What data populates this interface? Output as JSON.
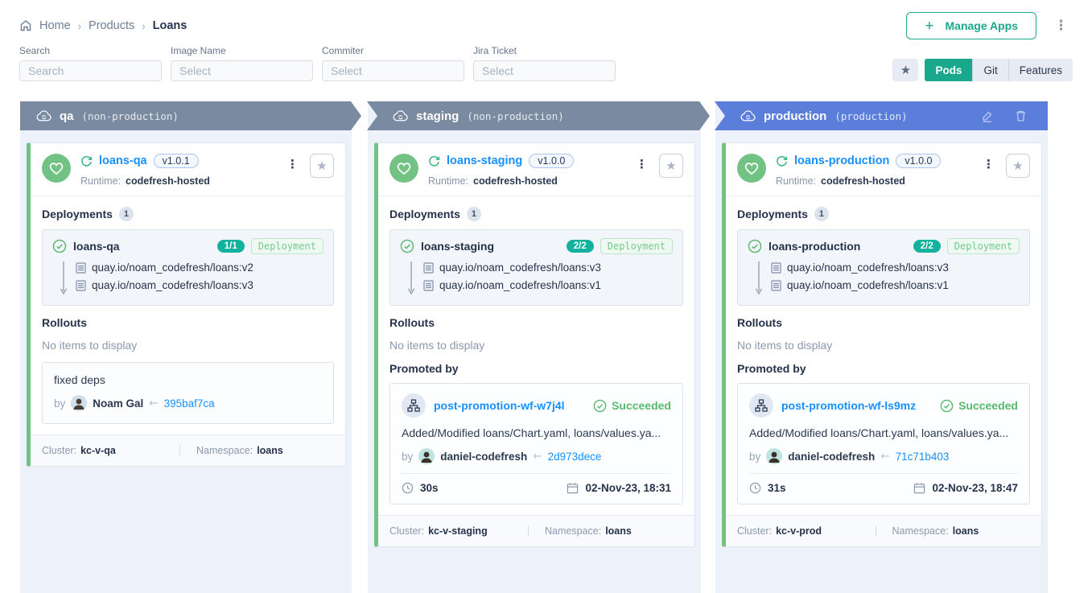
{
  "breadcrumb": {
    "home": "Home",
    "products": "Products",
    "current": "Loans"
  },
  "toolbar": {
    "manage_apps": "Manage Apps",
    "plus": "+",
    "kebab": "⋮"
  },
  "filters": {
    "search": {
      "label": "Search",
      "placeholder": "Search"
    },
    "image_name": {
      "label": "Image Name",
      "placeholder": "Select"
    },
    "commiter": {
      "label": "Commiter",
      "placeholder": "Select"
    },
    "jira_ticket": {
      "label": "Jira Ticket",
      "placeholder": "Select"
    }
  },
  "view_toggle": {
    "favorite_star": "★",
    "pods": "Pods",
    "git": "Git",
    "features": "Features",
    "active": "Pods"
  },
  "glyphs": {
    "star": "★",
    "kebab": "⋮",
    "arrow_left": "←",
    "crumb_sep": "›"
  },
  "colors": {
    "accent_teal": "#1aa88c",
    "env_banner_gray": "#7a8aa0",
    "env_banner_blue": "#5b7edb",
    "healthy_green": "#72c383",
    "link_blue": "#1890ff",
    "succeeded_green": "#57b96d",
    "replica_pill_teal": "#12b29e",
    "column_bg": "#edf1f9"
  },
  "environments": [
    {
      "name": "qa",
      "type": "(non-production)",
      "app": {
        "name": "loans-qa",
        "version": "v1.0.1",
        "runtime_label": "Runtime:",
        "runtime_value": "codefresh-hosted",
        "deployments_heading": "Deployments",
        "deployments_count": "1",
        "deployment": {
          "name": "loans-qa",
          "replicas": "1/1",
          "kind": "Deployment",
          "images": [
            "quay.io/noam_codefresh/loans:v2",
            "quay.io/noam_codefresh/loans:v3"
          ]
        },
        "rollouts_heading": "Rollouts",
        "rollouts_empty": "No items to display",
        "commit": {
          "message": "fixed deps",
          "by_label": "by",
          "author": "Noam Gal",
          "hash": "395baf7ca"
        },
        "footer": {
          "cluster_label": "Cluster:",
          "cluster": "kc-v-qa",
          "namespace_label": "Namespace:",
          "namespace": "loans"
        }
      }
    },
    {
      "name": "staging",
      "type": "(non-production)",
      "app": {
        "name": "loans-staging",
        "version": "v1.0.0",
        "runtime_label": "Runtime:",
        "runtime_value": "codefresh-hosted",
        "deployments_heading": "Deployments",
        "deployments_count": "1",
        "deployment": {
          "name": "loans-staging",
          "replicas": "2/2",
          "kind": "Deployment",
          "images": [
            "quay.io/noam_codefresh/loans:v3",
            "quay.io/noam_codefresh/loans:v1"
          ]
        },
        "rollouts_heading": "Rollouts",
        "rollouts_empty": "No items to display",
        "promoted_heading": "Promoted by",
        "promotion": {
          "workflow": "post-promotion-wf-w7j4l",
          "status": "Succeeded",
          "message": "Added/Modified loans/Chart.yaml, loans/values.ya...",
          "by_label": "by",
          "author": "daniel-codefresh",
          "hash": "2d973dece",
          "duration": "30s",
          "date": "02-Nov-23, 18:31"
        },
        "footer": {
          "cluster_label": "Cluster:",
          "cluster": "kc-v-staging",
          "namespace_label": "Namespace:",
          "namespace": "loans"
        }
      }
    },
    {
      "name": "production",
      "type": "(production)",
      "app": {
        "name": "loans-production",
        "version": "v1.0.0",
        "runtime_label": "Runtime:",
        "runtime_value": "codefresh-hosted",
        "deployments_heading": "Deployments",
        "deployments_count": "1",
        "deployment": {
          "name": "loans-production",
          "replicas": "2/2",
          "kind": "Deployment",
          "images": [
            "quay.io/noam_codefresh/loans:v3",
            "quay.io/noam_codefresh/loans:v1"
          ]
        },
        "rollouts_heading": "Rollouts",
        "rollouts_empty": "No items to display",
        "promoted_heading": "Promoted by",
        "promotion": {
          "workflow": "post-promotion-wf-ls9mz",
          "status": "Succeeded",
          "message": "Added/Modified loans/Chart.yaml, loans/values.ya...",
          "by_label": "by",
          "author": "daniel-codefresh",
          "hash": "71c71b403",
          "duration": "31s",
          "date": "02-Nov-23, 18:47"
        },
        "footer": {
          "cluster_label": "Cluster:",
          "cluster": "kc-v-prod",
          "namespace_label": "Namespace:",
          "namespace": "loans"
        }
      }
    }
  ]
}
